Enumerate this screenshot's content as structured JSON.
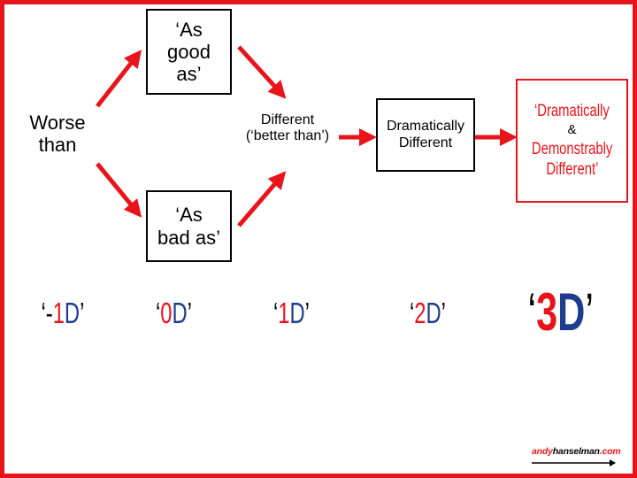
{
  "diagram": {
    "as_good_as": "‘As\ngood\nas’",
    "worse_than": "Worse\nthan",
    "different_better": "Different\n(‘better than’)",
    "as_bad_as": "‘As\nbad as’",
    "dramatically_different": "Dramatically\nDifferent",
    "dd_line1": "‘Dramatically",
    "dd_amp": "&",
    "dd_line2": "Demonstrably",
    "dd_line3": "Different’"
  },
  "dimensions": [
    {
      "open": "‘-",
      "num": "1",
      "d": "D",
      "close": "’"
    },
    {
      "open": "‘",
      "num": "0",
      "d": "D",
      "close": "’"
    },
    {
      "open": "‘",
      "num": "1",
      "d": "D",
      "close": "’"
    },
    {
      "open": "‘",
      "num": "2",
      "d": "D",
      "close": "’"
    },
    {
      "open": "‘",
      "num": "3",
      "d": "D",
      "close": "’"
    }
  ],
  "logo": {
    "part1": "andy",
    "part2": "hanselman",
    "part3": ".com"
  },
  "colors": {
    "accent_red": "#e8141c",
    "accent_blue": "#1d3c8f",
    "border": "#e8141c"
  }
}
